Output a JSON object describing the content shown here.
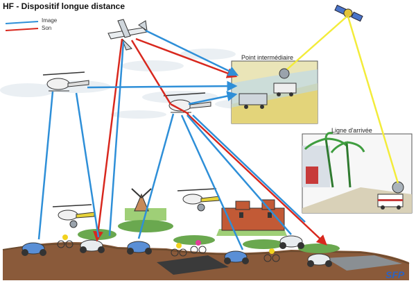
{
  "title": "HF - Dispositif longue distance",
  "legend": {
    "image_label": "Image",
    "son_label": "Son",
    "image_color": "#2e8fd8",
    "son_color": "#d8281e"
  },
  "relay_box": {
    "label": "Point intermédiaire"
  },
  "finish_box": {
    "label": "Ligne d'arrivée"
  },
  "satellite_link_color": "#f3ec3a",
  "logo_text": "SFP"
}
